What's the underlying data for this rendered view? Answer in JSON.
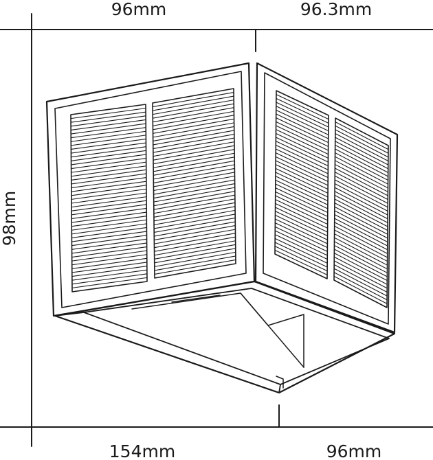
{
  "dimensions": {
    "top_left": "96mm",
    "top_right": "96.3mm",
    "left_height": "98mm",
    "bottom_left": "154mm",
    "bottom_right": "96mm"
  },
  "colors": {
    "line": "#1a1a1a",
    "background": "#ffffff"
  }
}
